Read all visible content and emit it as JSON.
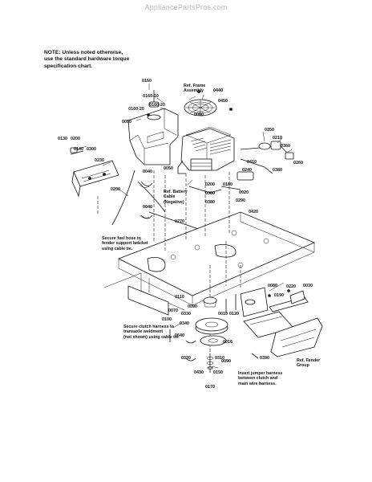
{
  "watermark": "AppliancePartsPros.com",
  "note": {
    "line1": "NOTE: Unless noted otherwise,",
    "line2": "use the standard hardware torque",
    "line3": "specification chart."
  },
  "callouts": {
    "frame_line1": "Ref. Frame",
    "frame_line2": "Assembly",
    "battery_line1": "Ref. Battery",
    "battery_line2": "Cable",
    "battery_line3": "(Negative)",
    "fuel_line1": "Secure fuel hose to",
    "fuel_line2": "fender support bracket",
    "fuel_line3": "using cable tie.",
    "clutch_line1": "Secure clutch harness to",
    "clutch_line2": "transaxle weldment",
    "clutch_line3": "(not shown) using cable tie.",
    "fender_line1": "Ref. Fender",
    "fender_line2": "Group",
    "jumper_line1": "Insert jumper harness",
    "jumper_line2": "between clutch and",
    "jumper_line3": "main wire harness."
  },
  "part_numbers": [
    "0160",
    "0440",
    "0160-10",
    "0450",
    "0160-20",
    "0160-20",
    "0050",
    "0060",
    "0130",
    "0200",
    "0140",
    "0300",
    "0230",
    "0040",
    "0250",
    "0040",
    "0050",
    "0270",
    "0380",
    "0200",
    "0180",
    "0380",
    "0020",
    "0290",
    "0350",
    "0210",
    "0360",
    "0260",
    "0410",
    "0240",
    "0380",
    "0420",
    "0080",
    "0220",
    "0030",
    "0110",
    "0090",
    "0330",
    "0190",
    "0340",
    "0120",
    "0070",
    "0010",
    "0100",
    "0640",
    "0320",
    "0016",
    "0090",
    "0310",
    "0430",
    "0150",
    "0170",
    "0390"
  ],
  "colors": {
    "line": "#111111",
    "watermark": "#b8b8b8",
    "background": "#ffffff"
  }
}
